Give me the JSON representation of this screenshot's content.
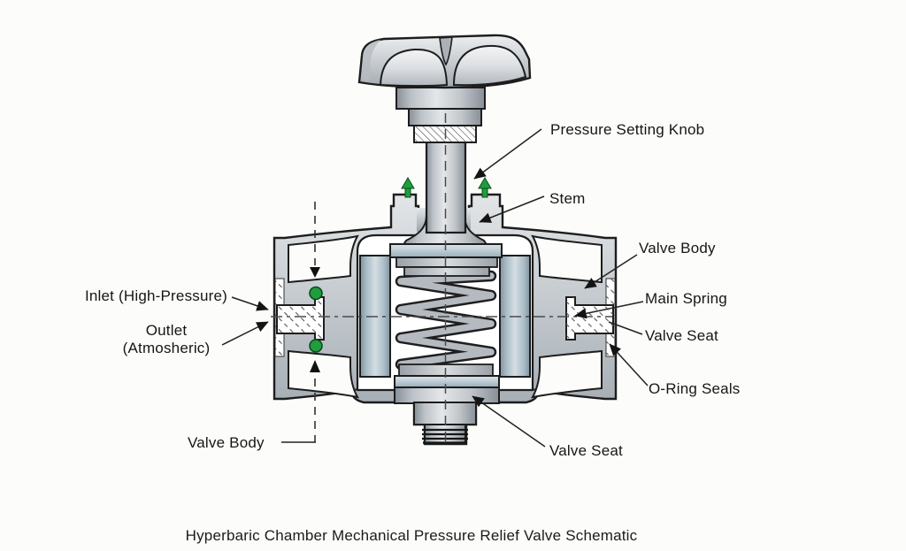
{
  "diagram": {
    "caption": "Hyperbaric Chamber Mechanical Pressure Relief Valve Schematic",
    "labels": {
      "pressure_setting_knob": "Pressure Setting Knob",
      "stem": "Stem",
      "valve_body_right": "Valve Body",
      "main_spring": "Main Spring",
      "valve_seat_right": "Valve Seat",
      "o_ring_seals": "O-Ring Seals",
      "inlet": "Inlet (High-Pressure)",
      "outlet_line1": "Outlet",
      "outlet_line2": "(Atmosheric)",
      "valve_body_left": "Valve Body",
      "valve_seat_bottom": "Valve Seat"
    },
    "colors": {
      "background": "#fcfcfb",
      "outline": "#1d1d1d",
      "leader_line": "#222222",
      "metal_light": "#e3e6e8",
      "metal_dark": "#9ba3aa",
      "steel_blue": "#bccbd3",
      "o_ring_green": "#1f9d3f",
      "arrow_green": "#1f9d3f",
      "text": "#161616"
    }
  }
}
